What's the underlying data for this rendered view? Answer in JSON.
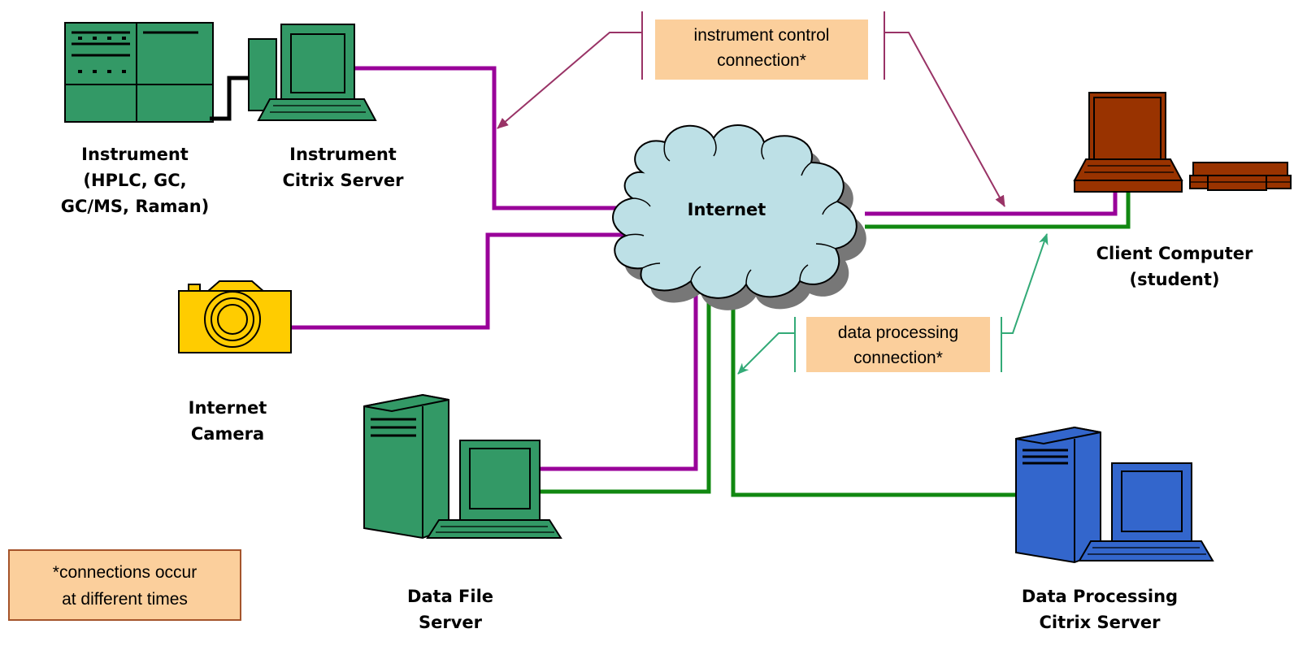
{
  "nodes": {
    "instrument": [
      "Instrument",
      "(HPLC, GC,",
      "GC/MS, Raman)"
    ],
    "instrument_server": [
      "Instrument",
      "Citrix Server"
    ],
    "internet": [
      "Internet"
    ],
    "camera": [
      "Internet",
      "Camera"
    ],
    "client": [
      "Client Computer",
      "(student)"
    ],
    "data_file_server": [
      "Data File",
      "Server"
    ],
    "data_processing_server": [
      "Data Processing",
      "Citrix Server"
    ]
  },
  "callouts": {
    "instrument_control": [
      "instrument control",
      "connection*"
    ],
    "data_processing": [
      "data processing",
      "connection*"
    ]
  },
  "legend": [
    "*connections occur",
    "at different times"
  ],
  "colors": {
    "instrument_control_line": "#990099",
    "data_processing_line": "#118811",
    "instrument_control_pointer": "#993366",
    "data_processing_pointer": "#33aa77",
    "callout_fill": "#fbcf9c",
    "cloud_fill": "#bde0e6",
    "green_device": "#339966",
    "blue_device": "#3366cc",
    "red_device": "#993300",
    "camera": "#ffcc00"
  }
}
